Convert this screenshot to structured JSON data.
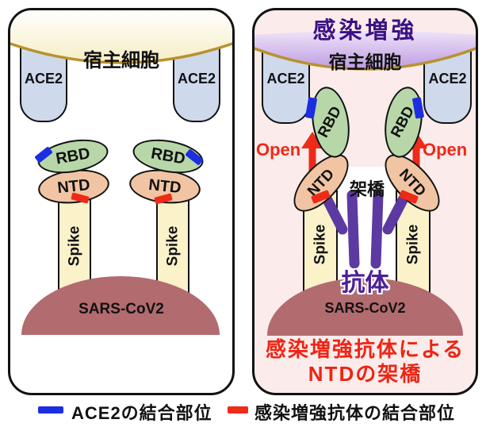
{
  "figure": {
    "left_panel": {
      "host_cell": "宿主細胞",
      "ace2": "ACE2",
      "rbd": "RBD",
      "ntd": "NTD",
      "spike": "Spike",
      "virus": "SARS-CoV2"
    },
    "right_panel": {
      "title": "感染増強",
      "host_cell": "宿主細胞",
      "ace2": "ACE2",
      "rbd": "RBD",
      "ntd": "NTD",
      "spike": "Spike",
      "open": "Open",
      "bridge": "架橋",
      "antibody": "抗体",
      "virus": "SARS-CoV2",
      "caption_line1": "感染増強抗体による",
      "caption_line2": "NTDの架橋"
    },
    "legend": {
      "ace2_site": "ACE2の結合部位",
      "antibody_site": "感染増強抗体の結合部位"
    },
    "colors": {
      "ace2_binding_blue": "#1c2ee0",
      "antibody_binding_red": "#ee2a18",
      "rbd_fill": "#b7d7a8",
      "ntd_fill": "#f1c5a3",
      "spike_fill": "#fbf2ca",
      "ace2_fill": "#ced9ec",
      "virus_fill": "#b26b6f",
      "antibody_purple": "#5c3aa1",
      "title_purple": "#3a1183",
      "caption_red": "#ee2414",
      "membrane_gold": "#b8922d",
      "right_panel_bg": "#fcebeb"
    }
  }
}
